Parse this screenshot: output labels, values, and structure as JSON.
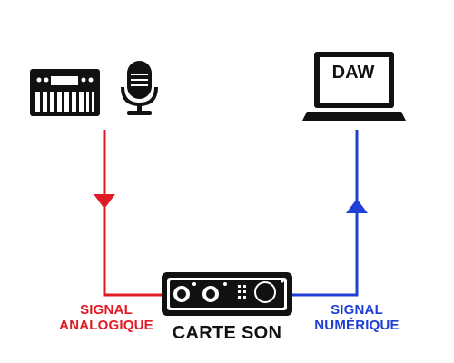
{
  "colors": {
    "analog": "#e01b24",
    "digital": "#1f3fd6",
    "icon": "#111111",
    "background": "#ffffff"
  },
  "icons": {
    "keyboard": "synth-keyboard-icon",
    "microphone": "microphone-icon",
    "laptop": "laptop-icon",
    "interface": "audio-interface-icon"
  },
  "daw_label": "DAW",
  "device_label": "CARTE SON",
  "analog_label": {
    "line1": "SIGNAL",
    "line2": "ANALOGIQUE"
  },
  "digital_label": {
    "line1": "SIGNAL",
    "line2": "NUMÉRIQUE"
  }
}
